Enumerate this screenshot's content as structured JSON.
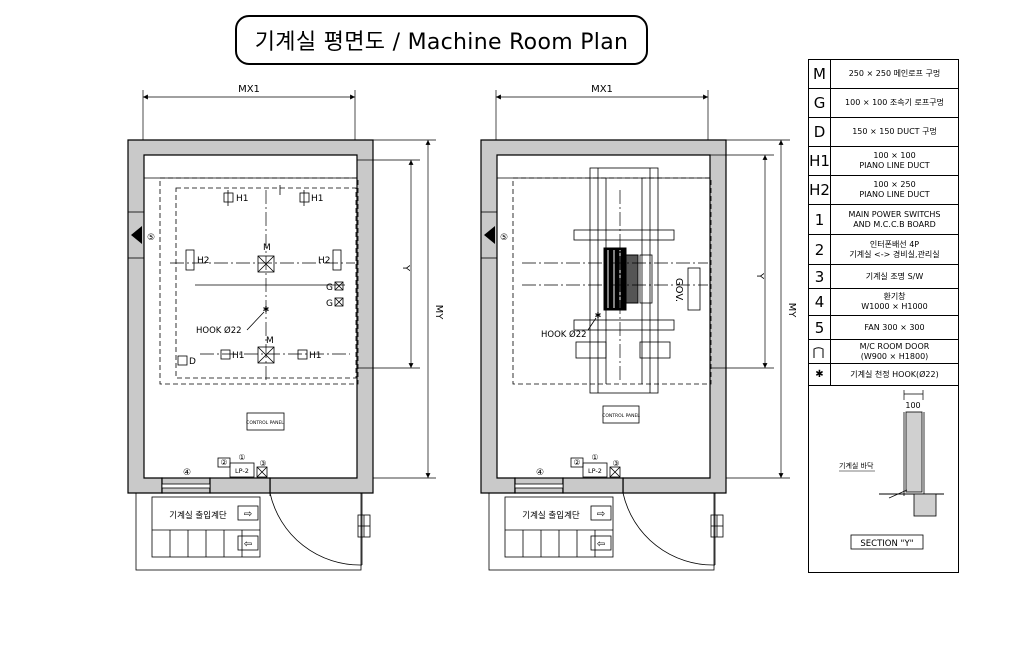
{
  "title": "기계실 평면도 / Machine Room Plan",
  "plan_left": {
    "dim_top": "MX1",
    "dim_y": "Y",
    "dim_my": "MY",
    "label_h1_a": "H1",
    "label_h1_b": "H1",
    "label_h2_a": "H2",
    "label_h2_b": "H2",
    "label_m_top": "M",
    "label_m_bottom": "M",
    "label_g_a": "G",
    "label_g_b": "G",
    "label_h1_c": "H1",
    "label_h1_d": "H1",
    "label_d": "D",
    "hook": "HOOK Ø22",
    "stair": "기계실 출입계단",
    "panel": "CONTROL PANEL",
    "lp": "LP-2",
    "num1": "①",
    "num2": "②",
    "num3": "③",
    "num4": "④",
    "num5": "⑤"
  },
  "plan_right": {
    "dim_top": "MX1",
    "dim_y": "Y",
    "dim_my": "MY",
    "gov": "GOV.",
    "hook": "HOOK Ø22",
    "stair": "기계실 출입계단",
    "panel": "CONTROL PANEL",
    "lp": "LP-2",
    "num1": "①",
    "num2": "②",
    "num3": "③",
    "num4": "④",
    "num5": "⑤"
  },
  "legend": [
    {
      "key": "M",
      "lines": [
        "250 × 250 메인로프 구멍"
      ]
    },
    {
      "key": "G",
      "lines": [
        "100 × 100 조속기 로프구멍"
      ]
    },
    {
      "key": "D",
      "lines": [
        "150 × 150 DUCT 구멍"
      ]
    },
    {
      "key": "H1",
      "lines": [
        "100 × 100",
        "PIANO LINE DUCT"
      ]
    },
    {
      "key": "H2",
      "lines": [
        "100 × 250",
        "PIANO LINE DUCT"
      ]
    },
    {
      "key": "1",
      "lines": [
        "MAIN POWER SWITCHS",
        "AND M.C.C.B BOARD"
      ]
    },
    {
      "key": "2",
      "lines": [
        "인터폰배선 4P",
        "기계실 <-> 경비실,관리실"
      ]
    },
    {
      "key": "3",
      "lines": [
        "기계실 조명 S/W"
      ]
    },
    {
      "key": "4",
      "lines": [
        "환기창",
        "W1000 × H1000"
      ]
    },
    {
      "key": "5",
      "lines": [
        "FAN 300 × 300"
      ]
    },
    {
      "key": "door",
      "lines": [
        "M/C ROOM DOOR",
        "(W900 × H1800)"
      ]
    },
    {
      "key": "hook",
      "lines": [
        "기계실 천정 HOOK(Ø22)"
      ]
    }
  ],
  "section": {
    "dim": "100",
    "floor": "기계실 바닥",
    "caption": "SECTION \"Y\""
  }
}
